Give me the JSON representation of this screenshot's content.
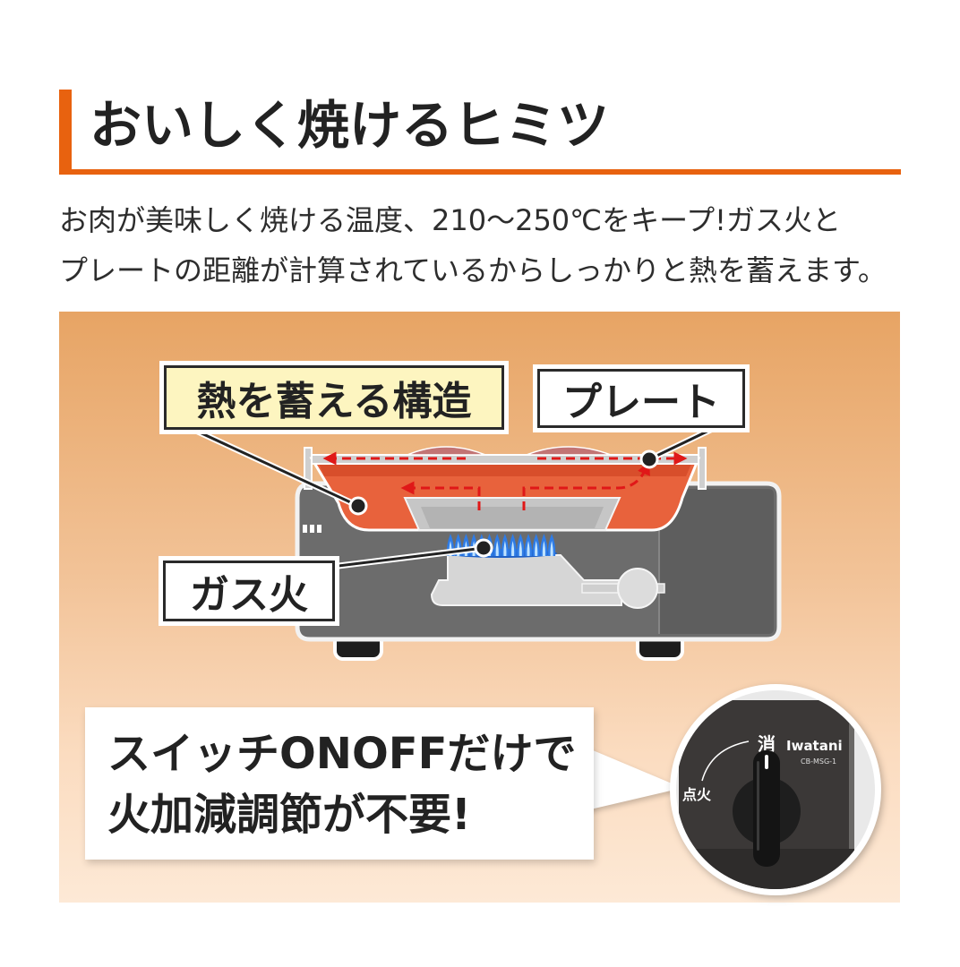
{
  "header": {
    "title": "おいしく焼けるヒミツ"
  },
  "description": {
    "line1": "お肉が美味しく焼ける温度、210〜250℃をキープ!ガス火と",
    "line2": "プレートの距離が計算されているからしっかりと熱を蓄えます。"
  },
  "diagram": {
    "labels": {
      "heat_structure": "熱を蓄える構造",
      "plate": "プレート",
      "gas_flame": "ガス火"
    }
  },
  "callout": {
    "line1": "スイッチONOFFだけで",
    "line2": "火加減調節が不要!"
  },
  "knob_inset": {
    "off_label": "消",
    "ignite_label": "点火",
    "brand": "Iwatani",
    "model": "CB-MSG-1"
  },
  "colors": {
    "accent": "#e8620f",
    "label_highlight": "#fdf5c0",
    "plate": "#e8623c",
    "heat_arrow": "#e01818",
    "flame": "#2f7ce6",
    "flame_core": "#bfe3ff",
    "body": "#6c6c6c"
  }
}
